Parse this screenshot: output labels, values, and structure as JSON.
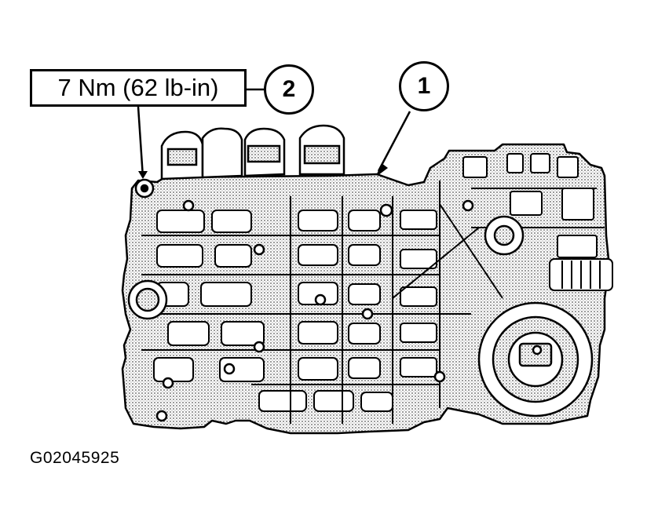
{
  "callouts": {
    "torque_label": "7 Nm (62 lb-in)",
    "item_2": "2",
    "item_1": "1"
  },
  "figure_id": "G02045925",
  "colors": {
    "ink": "#000000",
    "paper": "#ffffff",
    "body_fill": "#d4d4d4"
  },
  "icons": [
    "valve-body-illustration",
    "bolt-icon",
    "solenoid-icon",
    "accumulator-icon"
  ]
}
